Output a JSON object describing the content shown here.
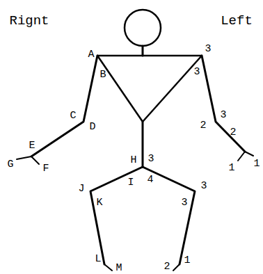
{
  "diagram": {
    "labels": [
      "Rignt",
      "Left",
      "A",
      "3",
      "B",
      "3",
      "C",
      "D",
      "2",
      "3",
      "E",
      "2",
      "G",
      "F",
      "1",
      "1",
      "H",
      "3",
      "I",
      "4",
      "J",
      "3",
      "K",
      "3",
      "L",
      "M",
      "2",
      "1"
    ]
  }
}
